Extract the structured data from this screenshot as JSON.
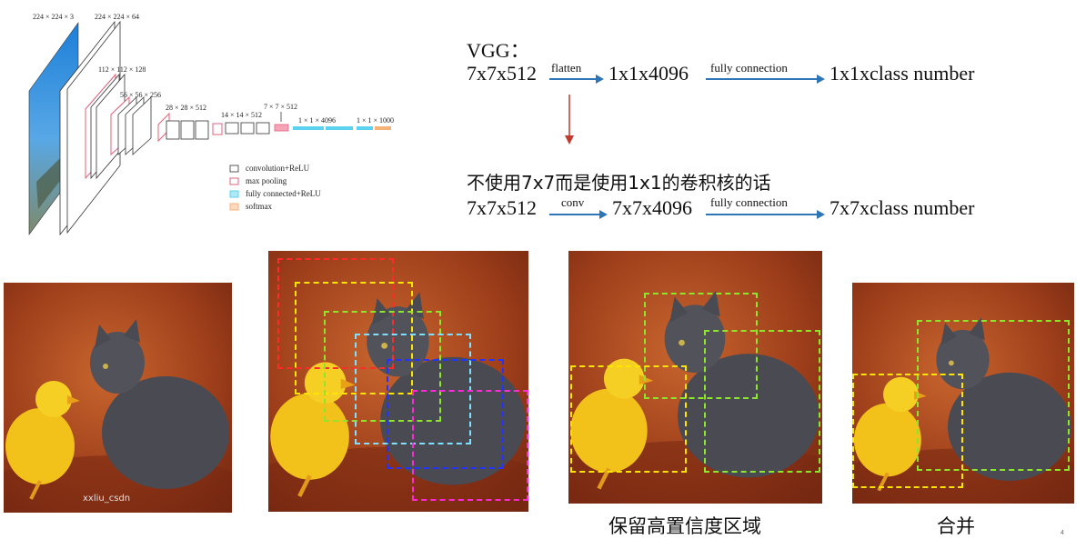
{
  "network": {
    "labels": {
      "input": "224 × 224 × 3",
      "conv1": "224 × 224 × 64",
      "conv2": "112 × 112 × 128",
      "conv3": "56 × 56 × 256",
      "conv4": "28 × 28 × 512",
      "conv5": "14 × 14 × 512",
      "pool5": "7 × 7 × 512",
      "fc1": "1 × 1 × 4096",
      "fc3": "1 × 1 × 1000"
    },
    "legend": [
      {
        "label": "convolution+ReLU",
        "color": "#ffffff"
      },
      {
        "label": "max pooling",
        "color": "#f4a6b8"
      },
      {
        "label": "fully connected+ReLU",
        "color": "#5bd3f0"
      },
      {
        "label": "softmax",
        "color": "#f7b27a"
      }
    ]
  },
  "vgg": {
    "title": "VGG：",
    "row1": {
      "a": "7x7x512",
      "arrow1": "flatten",
      "b": "1x1x4096",
      "arrow2": "fully connection",
      "c": "1x1xclass number"
    },
    "subtitle": "不使用7x7而是使用1x1的卷积核的话",
    "row2": {
      "a": "7x7x512",
      "arrow1": "conv",
      "b": "7x7x4096",
      "arrow2": "fully connection",
      "c": "7x7xclass number"
    }
  },
  "images": {
    "watermark": "xxliu_csdn",
    "caption3": "保留高置信度区域",
    "caption4": "合并"
  },
  "page_number": "4",
  "colors": {
    "arrow": "#2e75b6",
    "down_arrow": "#c0392b",
    "box_red": "#ff2a2a",
    "box_yellow": "#ffe600",
    "box_green": "#8ee62a",
    "box_cyan": "#7fe0ff",
    "box_blue": "#2433ff",
    "box_magenta": "#ff2ad9"
  }
}
